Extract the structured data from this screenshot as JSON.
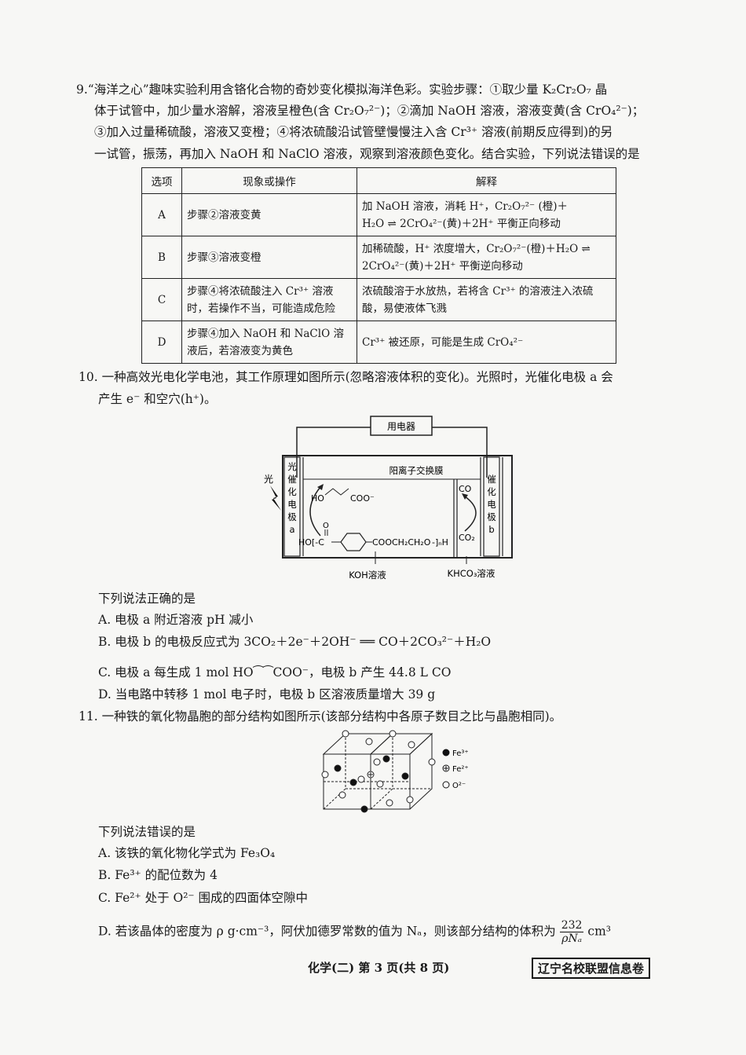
{
  "q9": {
    "lines": [
      "9.“海洋之心”趣味实验利用含铬化合物的奇妙变化模拟海洋色彩。实验步骤：①取少量 K₂Cr₂O₇ 晶",
      "体于试管中，加少量水溶解，溶液呈橙色(含 Cr₂O₇²⁻)；②滴加 NaOH 溶液，溶液变黄(含 CrO₄²⁻)；",
      "③加入过量稀硫酸，溶液又变橙；④将浓硫酸沿试管壁慢慢注入含 Cr³⁺ 溶液(前期反应得到)的另",
      "一试管，振荡，再加入 NaOH 和 NaClO 溶液，观察到溶液颜色变化。结合实验，下列说法错误的是"
    ],
    "table": {
      "headers": [
        "选项",
        "现象或操作",
        "解释"
      ],
      "rows": [
        {
          "option": "A",
          "op": [
            "步骤②溶液变黄"
          ],
          "ex": [
            "加 NaOH 溶液，消耗 H⁺，Cr₂O₇²⁻ (橙)＋",
            "H₂O ⇌ 2CrO₄²⁻(黄)＋2H⁺ 平衡正向移动"
          ]
        },
        {
          "option": "B",
          "op": [
            "步骤③溶液变橙"
          ],
          "ex": [
            "加稀硫酸，H⁺ 浓度增大，Cr₂O₇²⁻(橙)＋H₂O ⇌",
            "2CrO₄²⁻(黄)＋2H⁺ 平衡逆向移动"
          ]
        },
        {
          "option": "C",
          "op": [
            "步骤④将浓硫酸注入 Cr³⁺ 溶液",
            "时，若操作不当，可能造成危险"
          ],
          "ex": [
            "浓硫酸溶于水放热，若将含 Cr³⁺ 的溶液注入浓硫",
            "酸，易使液体飞溅"
          ]
        },
        {
          "option": "D",
          "op": [
            "步骤④加入 NaOH 和 NaClO 溶",
            "液后，若溶液变为黄色"
          ],
          "ex": [
            "Cr³⁺ 被还原，可能是生成 CrO₄²⁻"
          ]
        }
      ]
    }
  },
  "q10": {
    "lines": [
      "10. 一种高效光电化学电池，其工作原理如图所示(忽略溶液体积的变化)。光照时，光催化电极 a 会",
      "产生 e⁻ 和空穴(h⁺)。"
    ],
    "diagram": {
      "device": "用电器",
      "membrane": "阳离子交换膜",
      "light": "光",
      "electrode_a": [
        "光",
        "催",
        "化",
        "电",
        "极",
        "a"
      ],
      "electrode_b": [
        "催",
        "化",
        "电",
        "极",
        "b"
      ],
      "mol_top": "HO⁀⁀COO⁻",
      "polymer": "HO[-C(=O)-⬡-COOCH₂CH₂O-]ₙH",
      "co": "CO",
      "co2": "CO₂",
      "koh": "KOH溶液",
      "khco3": "KHCO₃溶液"
    },
    "prompt": "下列说法正确的是",
    "options": [
      "A. 电极 a 附近溶液 pH 减小",
      "B. 电极 b 的电极反应式为 3CO₂＋2e⁻＋2OH⁻ ══ CO＋2CO₃²⁻＋H₂O",
      "C. 电极 a 每生成 1 mol HO⁀⁀COO⁻，电极 b 产生 44.8 L CO",
      "D. 当电路中转移 1 mol 电子时，电极 b 区溶液质量增大 39 g"
    ]
  },
  "q11": {
    "line": "11. 一种铁的氧化物晶胞的部分结构如图所示(该部分结构中各原子数目之比与晶胞相同)。",
    "legend": [
      "Fe³⁺",
      "Fe²⁺",
      "O²⁻"
    ],
    "prompt": "下列说法错误的是",
    "options": [
      "A. 该铁的氧化物化学式为 Fe₃O₄",
      "B. Fe³⁺ 的配位数为 4",
      "C. Fe²⁺ 处于 O²⁻ 围成的四面体空隙中"
    ],
    "option_d_prefix": "D. 若该晶体的密度为 ρ g·cm⁻³，阿伏加德罗常数的值为 Nₐ，则该部分结构的体积为",
    "option_d_num": "232",
    "option_d_den": "ρNₐ",
    "option_d_unit": "cm³"
  },
  "footer": {
    "page": "化学(二)  第 3 页(共 8 页)",
    "brand": "辽宁名校联盟信息卷"
  }
}
